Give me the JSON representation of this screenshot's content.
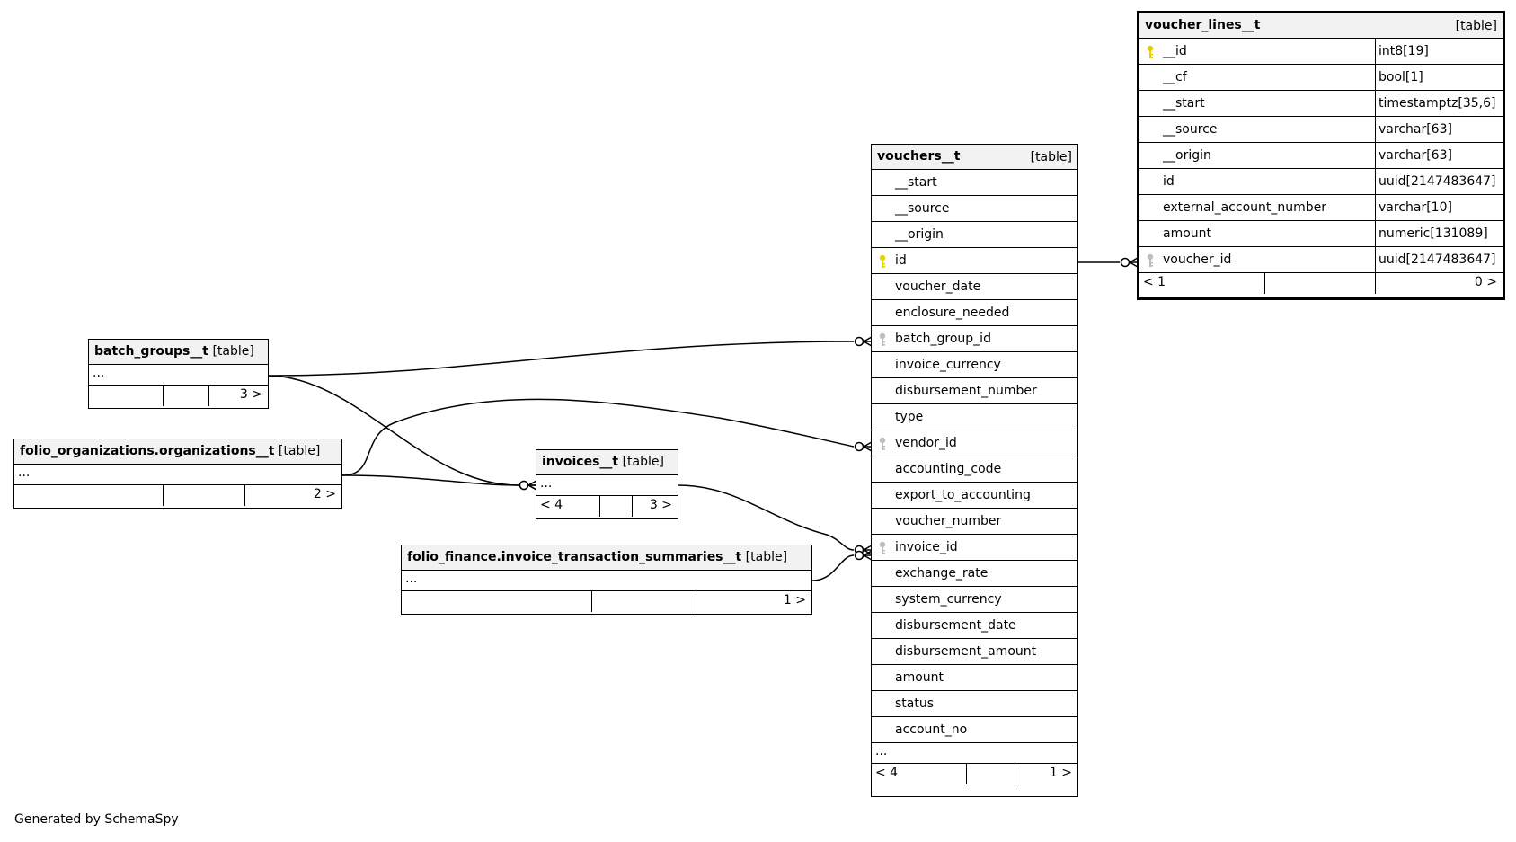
{
  "colors": {
    "primary_key": "#e6d200",
    "foreign_key": "#bdbdbd",
    "header_bg": "#f2f2f2",
    "line": "#000000"
  },
  "footer": {
    "generated_by": "Generated by SchemaSpy"
  },
  "tables": {
    "voucher_lines": {
      "name": "voucher_lines__t",
      "type": "[table]",
      "columns": [
        {
          "name": "__id",
          "type": "int8[19]",
          "key": "primary"
        },
        {
          "name": "__cf",
          "type": "bool[1]"
        },
        {
          "name": "__start",
          "type": "timestamptz[35,6]"
        },
        {
          "name": "__source",
          "type": "varchar[63]"
        },
        {
          "name": "__origin",
          "type": "varchar[63]"
        },
        {
          "name": "id",
          "type": "uuid[2147483647]"
        },
        {
          "name": "external_account_number",
          "type": "varchar[10]"
        },
        {
          "name": "amount",
          "type": "numeric[131089]"
        },
        {
          "name": "voucher_id",
          "type": "uuid[2147483647]",
          "key": "foreign"
        }
      ],
      "parents": "< 1",
      "children": "0 >"
    },
    "vouchers": {
      "name": "vouchers__t",
      "type": "[table]",
      "columns": [
        {
          "name": "__start"
        },
        {
          "name": "__source"
        },
        {
          "name": "__origin"
        },
        {
          "name": "id",
          "key": "primary"
        },
        {
          "name": "voucher_date"
        },
        {
          "name": "enclosure_needed"
        },
        {
          "name": "batch_group_id",
          "key": "foreign"
        },
        {
          "name": "invoice_currency"
        },
        {
          "name": "disbursement_number"
        },
        {
          "name": "type"
        },
        {
          "name": "vendor_id",
          "key": "foreign"
        },
        {
          "name": "accounting_code"
        },
        {
          "name": "export_to_accounting"
        },
        {
          "name": "voucher_number"
        },
        {
          "name": "invoice_id",
          "key": "foreign"
        },
        {
          "name": "exchange_rate"
        },
        {
          "name": "system_currency"
        },
        {
          "name": "disbursement_date"
        },
        {
          "name": "disbursement_amount"
        },
        {
          "name": "amount"
        },
        {
          "name": "status"
        },
        {
          "name": "account_no"
        }
      ],
      "ellipsis": "...",
      "parents": "< 4",
      "children": "1 >"
    },
    "batch_groups": {
      "name": "batch_groups__t",
      "type": "[table]",
      "ellipsis": "...",
      "parents": "",
      "children": "3 >"
    },
    "organizations": {
      "name": "folio_organizations.organizations__t",
      "type": "[table]",
      "ellipsis": "...",
      "parents": "",
      "children": "2 >"
    },
    "invoices": {
      "name": "invoices__t",
      "type": "[table]",
      "ellipsis": "...",
      "parents": "< 4",
      "children": "3 >"
    },
    "invoice_transaction_summaries": {
      "name": "folio_finance.invoice_transaction_summaries__t",
      "type": "[table]",
      "ellipsis": "...",
      "parents": "",
      "children": "1 >"
    }
  }
}
